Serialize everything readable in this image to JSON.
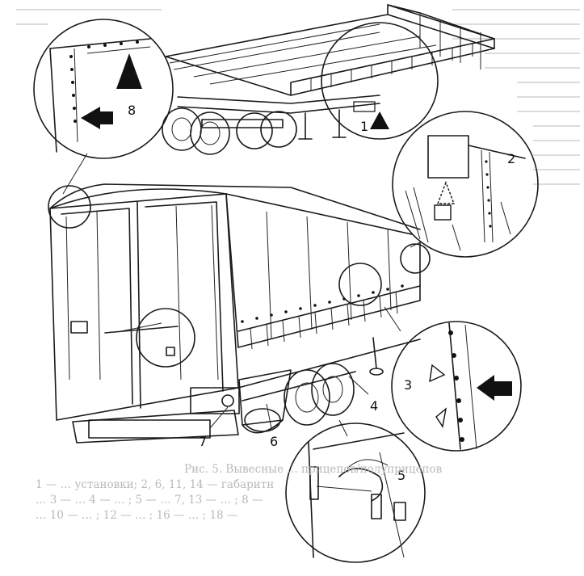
{
  "callouts": [
    {
      "id": "1",
      "label": "1"
    },
    {
      "id": "2",
      "label": "2"
    },
    {
      "id": "3",
      "label": "3"
    },
    {
      "id": "4",
      "label": "4"
    },
    {
      "id": "5",
      "label": "5"
    },
    {
      "id": "6",
      "label": "6"
    },
    {
      "id": "7",
      "label": "7"
    },
    {
      "id": "8",
      "label": "8"
    }
  ],
  "caption": {
    "title": "Рис. 5. Вывесные … прицепов/полуприцепов",
    "lines": [
      "1 — … установки; 2, 6, 11, 14 — габаритн",
      "… 3 — … 4 — … ; 5 — … 7, 13 — … ; 8 —",
      "… 10 — … ; 12 — … ; 16 — … ; 18 —"
    ]
  }
}
